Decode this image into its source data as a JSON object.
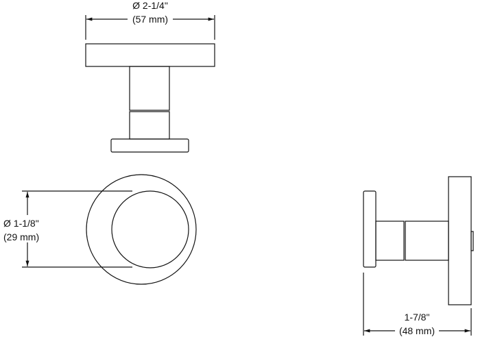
{
  "top_view": {
    "diameter_in": "Ø 2-1/4\"",
    "diameter_mm": "(57 mm)"
  },
  "front_view": {
    "diameter_in": "Ø 1-1/8\"",
    "diameter_mm": "(29 mm)"
  },
  "side_view": {
    "projection_in": "1-7/8\"",
    "projection_mm": "(48 mm)"
  },
  "colors": {
    "line": "#111111",
    "background": "#ffffff"
  }
}
